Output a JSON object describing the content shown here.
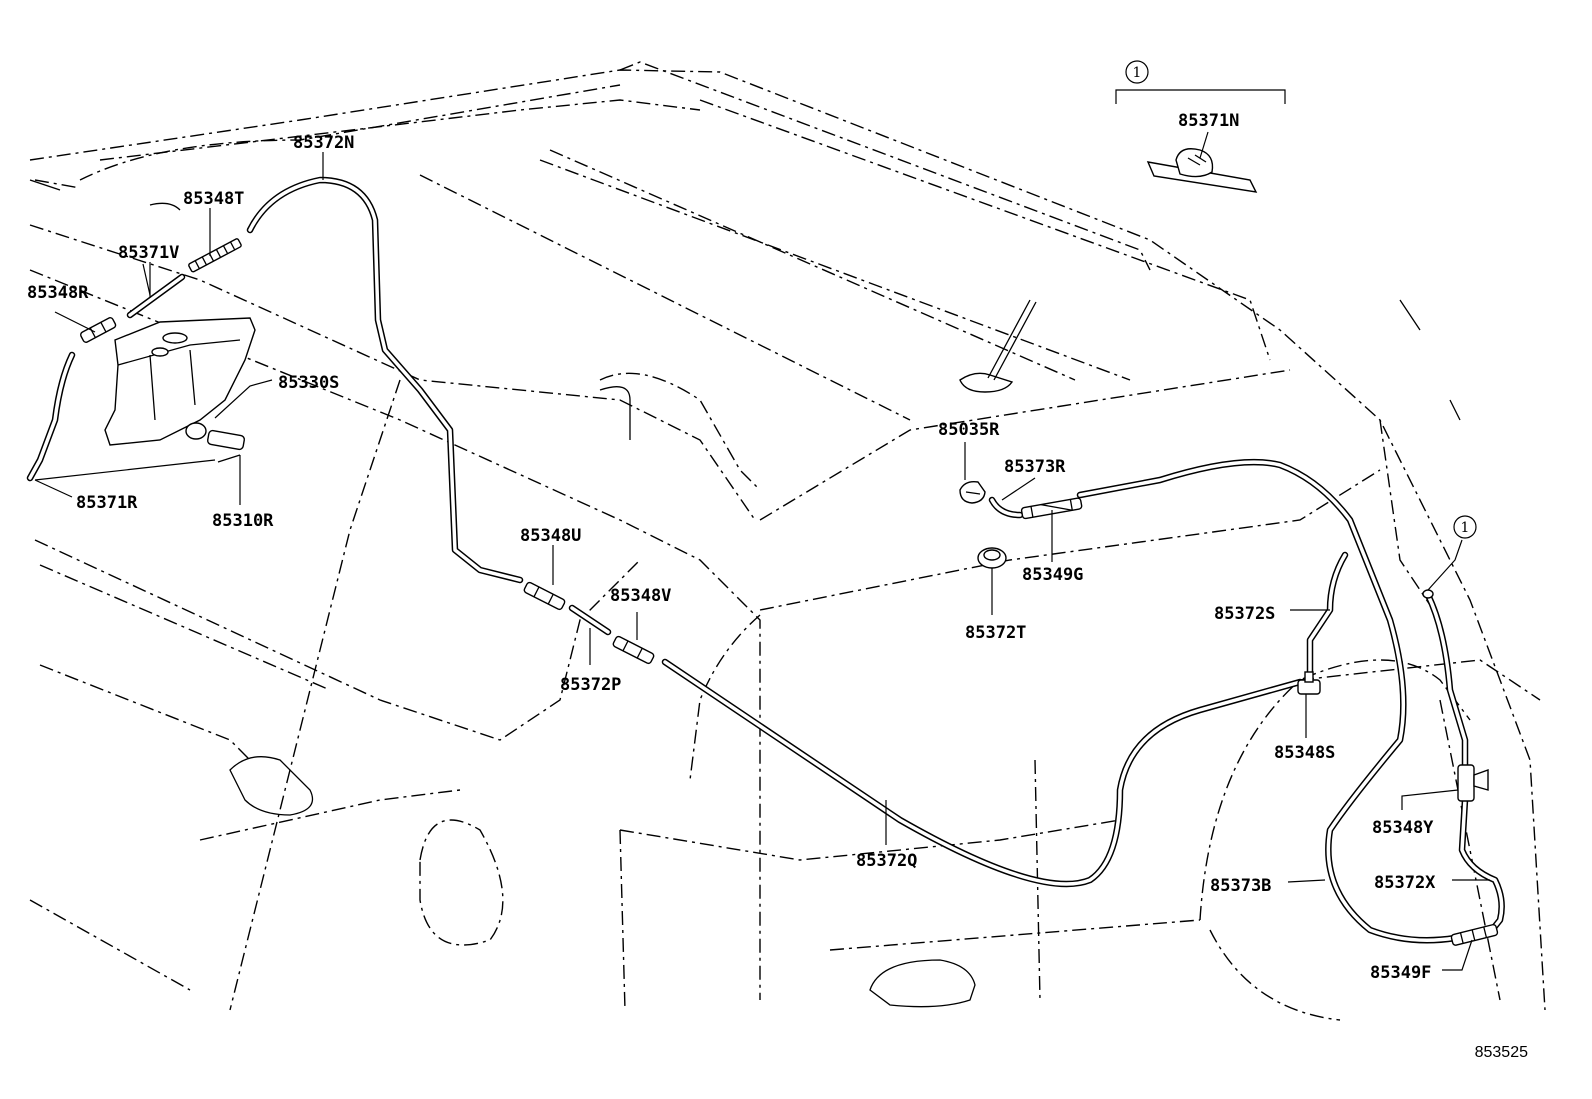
{
  "diagram_id": "853525",
  "group_marker": "1",
  "parts": {
    "p85372N": "85372N",
    "p85348T": "85348T",
    "p85371V": "85371V",
    "p85348R": "85348R",
    "p85330S": "85330S",
    "p85371R": "85371R",
    "p85310R": "85310R",
    "p85348U": "85348U",
    "p85348V": "85348V",
    "p85372P": "85372P",
    "p85372Q": "85372Q",
    "p85035R": "85035R",
    "p85373R": "85373R",
    "p85349G": "85349G",
    "p85372T": "85372T",
    "p85371N": "85371N",
    "p85372S": "85372S",
    "p85348S": "85348S",
    "p85348Y": "85348Y",
    "p85372X": "85372X",
    "p85373B": "85373B",
    "p85349F": "85349F"
  }
}
